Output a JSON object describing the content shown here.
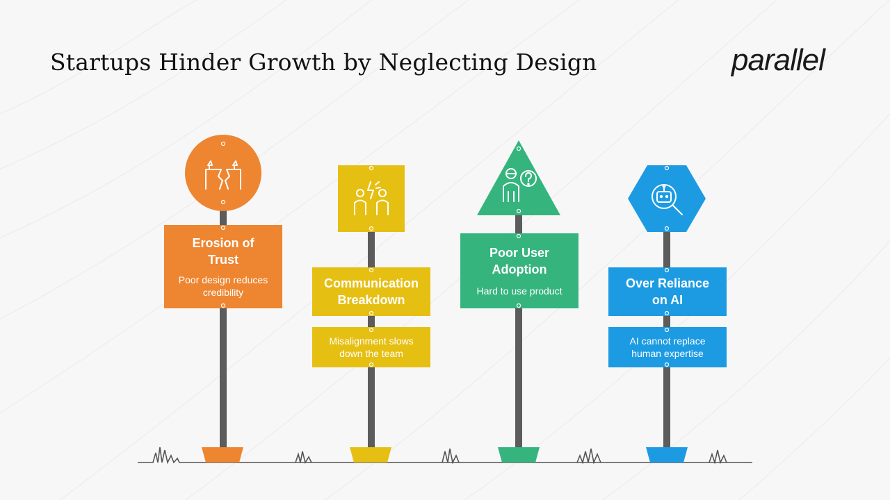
{
  "header": {
    "title": "Startups Hinder Growth by Neglecting Design",
    "logo": "parallel"
  },
  "signs": [
    {
      "head": "Erosion of Trust",
      "sub": "Poor design reduces credibility",
      "color": "#ee8531",
      "shape": "circle",
      "icon": "broken-trust-icon"
    },
    {
      "head": "Communication Breakdown",
      "sub": "Misalignment slows down the team",
      "color": "#e6bf13",
      "shape": "square",
      "icon": "team-conflict-icon"
    },
    {
      "head": "Poor User Adoption",
      "sub": "Hard to use product",
      "color": "#35b47e",
      "shape": "triangle",
      "icon": "confused-user-icon"
    },
    {
      "head": "Over Reliance on AI",
      "sub": "AI cannot replace human expertise",
      "color": "#1c9be3",
      "shape": "hexagon",
      "icon": "robot-search-icon"
    }
  ]
}
